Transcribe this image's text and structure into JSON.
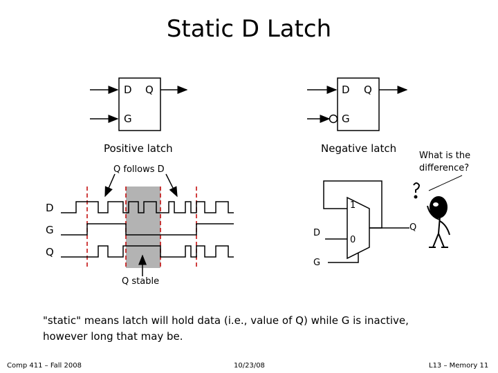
{
  "title": "Static D Latch",
  "positive_latch": {
    "d": "D",
    "q": "Q",
    "g": "G",
    "caption": "Positive latch"
  },
  "negative_latch": {
    "d": "D",
    "q": "Q",
    "g": "G",
    "caption": "Negative latch"
  },
  "question": {
    "line1": "What is the",
    "line2": "difference?"
  },
  "timing": {
    "q_follows_d": "Q follows D",
    "q_stable": "Q stable",
    "signals": [
      "D",
      "G",
      "Q"
    ]
  },
  "mux": {
    "input1": "1",
    "input0": "0",
    "d": "D",
    "g": "G",
    "q": "Q"
  },
  "statement": {
    "line1": "\"static\" means latch will hold data (i.e., value of Q) while G is inactive,",
    "line2": "however long that may be."
  },
  "footer": {
    "left": "Comp 411 – Fall 2008",
    "center": "10/23/08",
    "right": "L13 – Memory  11"
  },
  "colors": {
    "shade": "#b3b3b3",
    "guide": "#c00000"
  }
}
